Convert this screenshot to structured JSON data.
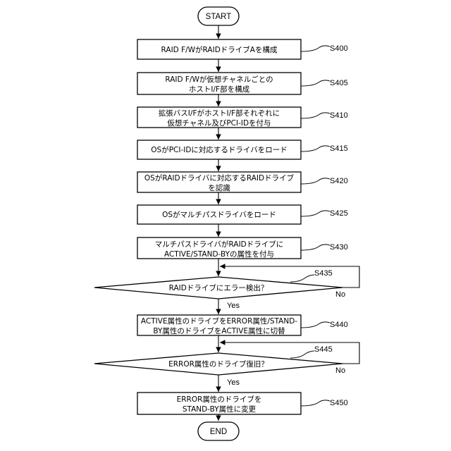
{
  "terminals": {
    "start": "START",
    "end": "END"
  },
  "steps": [
    {
      "id": "S400",
      "lines": [
        "RAID F/WがRAIDドライブAを構成"
      ]
    },
    {
      "id": "S405",
      "lines": [
        "RAID F/Wが仮想チャネルごとの",
        "ホストI/F部を構成"
      ]
    },
    {
      "id": "S410",
      "lines": [
        "拡張バスI/FがホストI/F部それぞれに",
        "仮想チャネル及びPCI-IDを付与"
      ]
    },
    {
      "id": "S415",
      "lines": [
        "OSがPCI-IDに対応するドライバをロード"
      ]
    },
    {
      "id": "S420",
      "lines": [
        "OSがRAIDドライバに対応するRAIDドライブ",
        "を認識"
      ]
    },
    {
      "id": "S425",
      "lines": [
        "OSがマルチパスドライバをロード"
      ]
    },
    {
      "id": "S430",
      "lines": [
        "マルチパスドライバがRAIDドライブに",
        "ACTIVE/STAND-BYの属性を付与"
      ]
    },
    {
      "id": "S440",
      "lines": [
        "ACTIVE属性のドライブをERROR属性/STAND-",
        "BY属性のドライブをACTIVE属性に切替"
      ]
    },
    {
      "id": "S450",
      "lines": [
        "ERROR属性のドライブを",
        "STAND-BY属性に変更"
      ]
    }
  ],
  "decisions": [
    {
      "id": "S435",
      "question": "RAIDドライブにエラー検出？",
      "yes": "Yes",
      "no": "No"
    },
    {
      "id": "S445",
      "question": "ERROR属性のドライブ復旧？",
      "yes": "Yes",
      "no": "No"
    }
  ]
}
